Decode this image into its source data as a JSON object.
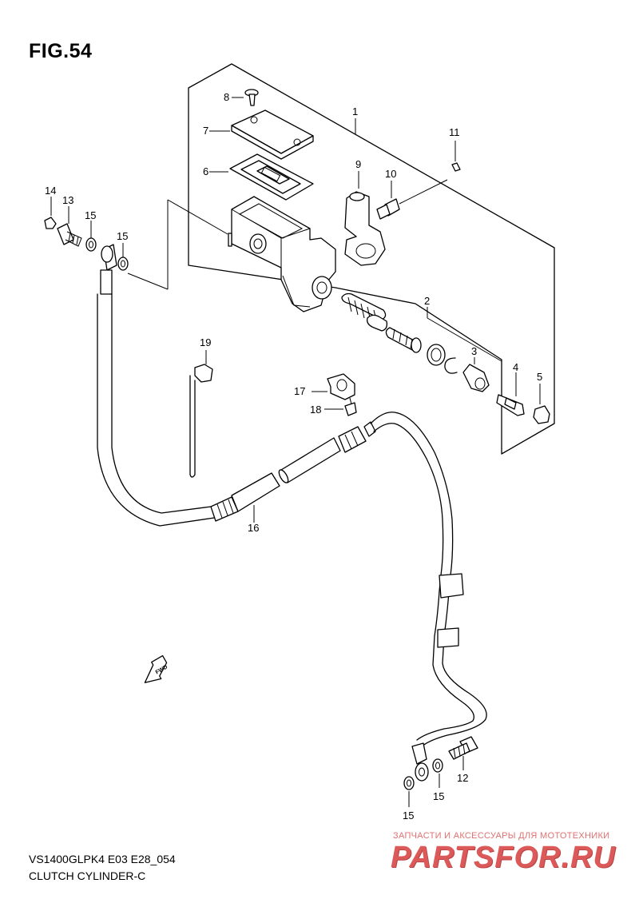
{
  "figure": {
    "title": "FIG.54",
    "model_code": "VS1400GLPK4 E03 E28_054",
    "caption": "CLUTCH CYLINDER-C"
  },
  "callouts": {
    "c1": "1",
    "c2": "2",
    "c3": "3",
    "c4": "4",
    "c5": "5",
    "c6": "6",
    "c7": "7",
    "c8": "8",
    "c9": "9",
    "c10": "10",
    "c11": "11",
    "c12": "12",
    "c13": "13",
    "c14": "14",
    "c15a": "15",
    "c15b": "15",
    "c15c": "15",
    "c15d": "15",
    "c16": "16",
    "c17": "17",
    "c18": "18",
    "c19": "19"
  },
  "direction_arrow": {
    "label": "FWD"
  },
  "watermark": {
    "tagline": "ЗАПЧАСТИ И АКСЕССУАРЫ ДЛЯ МОТОТЕХНИКИ",
    "logo": "PARTSFOR.RU",
    "color": "#d94848"
  },
  "icons": {
    "fwd_arrow": "fwd-arrow-icon"
  }
}
